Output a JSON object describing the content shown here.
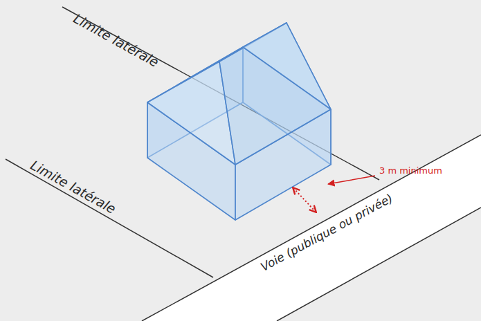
{
  "diagram": {
    "labels": [
      "Limite latérale",
      "Limite latérale",
      "Voie (publique ou privée)",
      "3 m minimum"
    ]
  }
}
